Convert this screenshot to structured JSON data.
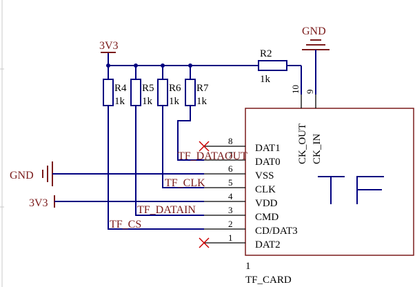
{
  "nets": {
    "power_3v3_top": "3V3",
    "power_3v3_left": "3V3",
    "gnd_top": "GND",
    "gnd_left": "GND",
    "tf_dataout": "TF_DATAOUT",
    "tf_clk": "TF_CLK",
    "tf_datain": "TF_DATAIN",
    "tf_cs": "TF_CS"
  },
  "resistors": [
    {
      "ref": "R4",
      "value": "1k"
    },
    {
      "ref": "R5",
      "value": "1k"
    },
    {
      "ref": "R6",
      "value": "1k"
    },
    {
      "ref": "R7",
      "value": "1k"
    },
    {
      "ref": "R2",
      "value": "1k"
    }
  ],
  "tf_card": {
    "designator": "1",
    "name": "TF_CARD",
    "body_text": "TF",
    "left_pins": [
      {
        "num": "8",
        "name": "DAT1"
      },
      {
        "num": "7",
        "name": "DAT0"
      },
      {
        "num": "6",
        "name": "VSS"
      },
      {
        "num": "5",
        "name": "CLK"
      },
      {
        "num": "4",
        "name": "VDD"
      },
      {
        "num": "3",
        "name": "CMD"
      },
      {
        "num": "2",
        "name": "CD/DAT3"
      },
      {
        "num": "1",
        "name": "DAT2"
      }
    ],
    "top_pins": [
      {
        "num": "10",
        "name": "CK_OUT"
      },
      {
        "num": "9",
        "name": "CK_IN"
      }
    ]
  },
  "colors": {
    "wire": "#000080",
    "net_label": "#7a1a1a",
    "no_connect": "#cc0000"
  }
}
